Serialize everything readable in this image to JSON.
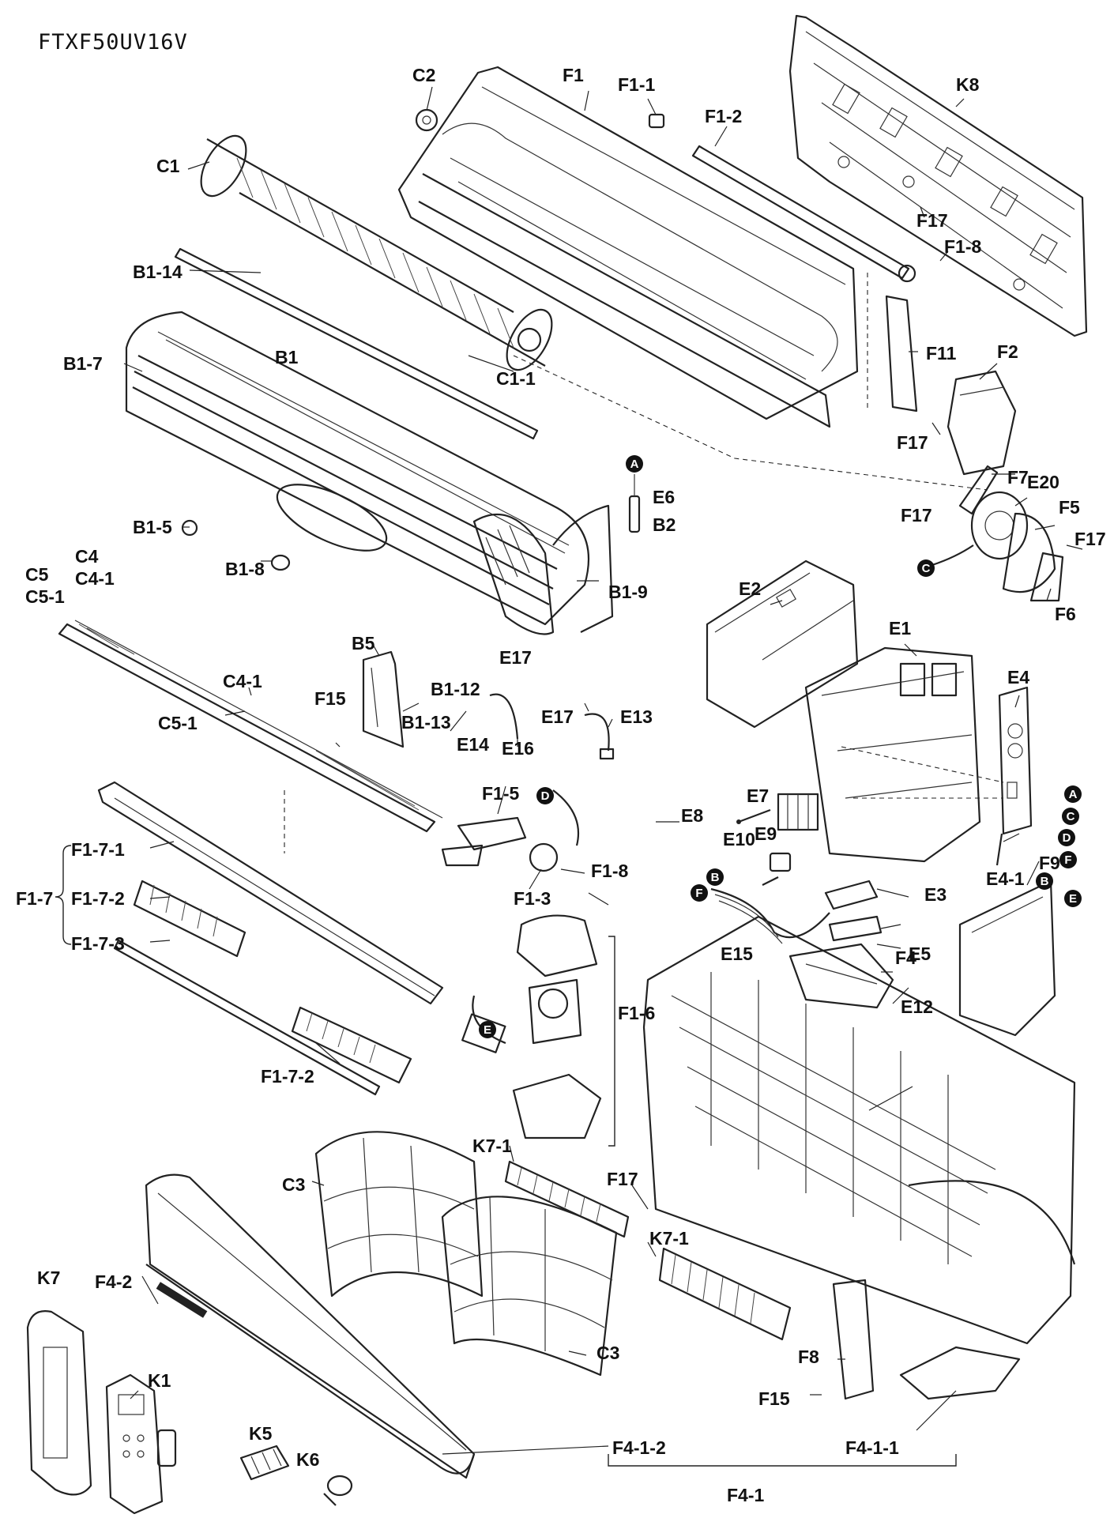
{
  "title": "FTXF50UV16V",
  "labels": [
    {
      "id": "C2",
      "text": "C2"
    },
    {
      "id": "F1",
      "text": "F1"
    },
    {
      "id": "F1-1",
      "text": "F1-1"
    },
    {
      "id": "F1-2",
      "text": "F1-2"
    },
    {
      "id": "K8",
      "text": "K8"
    },
    {
      "id": "C1",
      "text": "C1"
    },
    {
      "id": "F17a",
      "text": "F17"
    },
    {
      "id": "F1-8a",
      "text": "F1-8"
    },
    {
      "id": "B1-14",
      "text": "B1-14"
    },
    {
      "id": "B1-7",
      "text": "B1-7"
    },
    {
      "id": "B1",
      "text": "B1"
    },
    {
      "id": "C1-1",
      "text": "C1-1"
    },
    {
      "id": "F11",
      "text": "F11"
    },
    {
      "id": "F2",
      "text": "F2"
    },
    {
      "id": "F17b",
      "text": "F17"
    },
    {
      "id": "E6",
      "text": "E6"
    },
    {
      "id": "B2",
      "text": "B2"
    },
    {
      "id": "F7",
      "text": "F7"
    },
    {
      "id": "E20",
      "text": "E20"
    },
    {
      "id": "F17c",
      "text": "F17"
    },
    {
      "id": "F5",
      "text": "F5"
    },
    {
      "id": "F17d",
      "text": "F17"
    },
    {
      "id": "F6",
      "text": "F6"
    },
    {
      "id": "B1-5",
      "text": "B1-5"
    },
    {
      "id": "B1-8",
      "text": "B1-8"
    },
    {
      "id": "C4",
      "text": "C4"
    },
    {
      "id": "C4-1a",
      "text": "C4-1"
    },
    {
      "id": "C5",
      "text": "C5"
    },
    {
      "id": "C5-1a",
      "text": "C5-1"
    },
    {
      "id": "B1-9",
      "text": "B1-9"
    },
    {
      "id": "E2",
      "text": "E2"
    },
    {
      "id": "E1",
      "text": "E1"
    },
    {
      "id": "B5",
      "text": "B5"
    },
    {
      "id": "C4-1b",
      "text": "C4-1"
    },
    {
      "id": "E17a",
      "text": "E17"
    },
    {
      "id": "E4",
      "text": "E4"
    },
    {
      "id": "F15a",
      "text": "F15"
    },
    {
      "id": "B1-12",
      "text": "B1-12"
    },
    {
      "id": "E17b",
      "text": "E17"
    },
    {
      "id": "E13",
      "text": "E13"
    },
    {
      "id": "C5-1b",
      "text": "C5-1"
    },
    {
      "id": "B1-13",
      "text": "B1-13"
    },
    {
      "id": "E14",
      "text": "E14"
    },
    {
      "id": "E16",
      "text": "E16"
    },
    {
      "id": "F1-5",
      "text": "F1-5"
    },
    {
      "id": "E7",
      "text": "E7"
    },
    {
      "id": "E8",
      "text": "E8"
    },
    {
      "id": "E9",
      "text": "E9"
    },
    {
      "id": "E10",
      "text": "E10"
    },
    {
      "id": "F1-8b",
      "text": "F1-8"
    },
    {
      "id": "F1-3",
      "text": "F1-3"
    },
    {
      "id": "E4-1",
      "text": "E4-1"
    },
    {
      "id": "F9",
      "text": "F9"
    },
    {
      "id": "F1-7",
      "text": "F1-7"
    },
    {
      "id": "F1-7-1",
      "text": "F1-7-1"
    },
    {
      "id": "F1-7-2a",
      "text": "F1-7-2"
    },
    {
      "id": "F1-7-3",
      "text": "F1-7-3"
    },
    {
      "id": "E3",
      "text": "E3"
    },
    {
      "id": "E15",
      "text": "E15"
    },
    {
      "id": "E5",
      "text": "E5"
    },
    {
      "id": "E12",
      "text": "E12"
    },
    {
      "id": "F1-6",
      "text": "F1-6"
    },
    {
      "id": "F1-7-2b",
      "text": "F1-7-2"
    },
    {
      "id": "F4",
      "text": "F4"
    },
    {
      "id": "K7-1a",
      "text": "K7-1"
    },
    {
      "id": "F17e",
      "text": "F17"
    },
    {
      "id": "C3a",
      "text": "C3"
    },
    {
      "id": "K7-1b",
      "text": "K7-1"
    },
    {
      "id": "F4-2",
      "text": "F4-2"
    },
    {
      "id": "K7",
      "text": "K7"
    },
    {
      "id": "C3b",
      "text": "C3"
    },
    {
      "id": "K1",
      "text": "K1"
    },
    {
      "id": "F8",
      "text": "F8"
    },
    {
      "id": "F15b",
      "text": "F15"
    },
    {
      "id": "K5",
      "text": "K5"
    },
    {
      "id": "K6",
      "text": "K6"
    },
    {
      "id": "F4-1-2",
      "text": "F4-1-2"
    },
    {
      "id": "F4-1-1",
      "text": "F4-1-1"
    },
    {
      "id": "F4-1",
      "text": "F4-1"
    }
  ],
  "markers": [
    {
      "id": "mA1",
      "letter": "A"
    },
    {
      "id": "mC1",
      "letter": "C"
    },
    {
      "id": "mD1",
      "letter": "D"
    },
    {
      "id": "mB1",
      "letter": "B"
    },
    {
      "id": "mF1",
      "letter": "F"
    },
    {
      "id": "mE1",
      "letter": "E"
    },
    {
      "id": "mA2",
      "letter": "A"
    },
    {
      "id": "mC2",
      "letter": "C"
    },
    {
      "id": "mD2",
      "letter": "D"
    },
    {
      "id": "mF2",
      "letter": "F"
    },
    {
      "id": "mB2",
      "letter": "B"
    },
    {
      "id": "mE2",
      "letter": "E"
    }
  ]
}
